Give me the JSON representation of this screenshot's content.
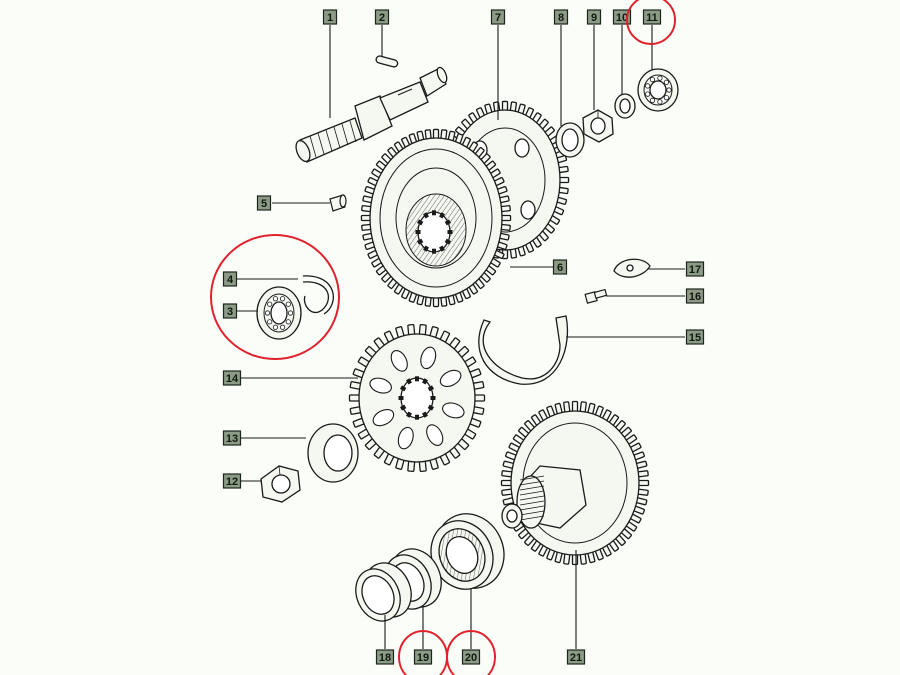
{
  "diagram": {
    "callouts": [
      {
        "id": "1",
        "text": "1"
      },
      {
        "id": "2",
        "text": "2"
      },
      {
        "id": "3",
        "text": "3"
      },
      {
        "id": "4",
        "text": "4"
      },
      {
        "id": "5",
        "text": "5"
      },
      {
        "id": "6",
        "text": "6"
      },
      {
        "id": "7",
        "text": "7"
      },
      {
        "id": "8",
        "text": "8"
      },
      {
        "id": "9",
        "text": "9"
      },
      {
        "id": "10",
        "text": "10"
      },
      {
        "id": "11",
        "text": "11"
      },
      {
        "id": "12",
        "text": "12"
      },
      {
        "id": "13",
        "text": "13"
      },
      {
        "id": "14",
        "text": "14"
      },
      {
        "id": "15",
        "text": "15"
      },
      {
        "id": "16",
        "text": "16"
      },
      {
        "id": "17",
        "text": "17"
      },
      {
        "id": "18",
        "text": "18"
      },
      {
        "id": "19",
        "text": "19"
      },
      {
        "id": "20",
        "text": "20"
      },
      {
        "id": "21",
        "text": "21"
      }
    ],
    "highlighted": [
      "11",
      "3-4",
      "19",
      "20"
    ],
    "colors": {
      "label_fill": "#8c9a86",
      "label_border": "#1a261c",
      "line": "#1a1a1a",
      "highlight": "#e0222c",
      "part_fill": "#f4f8f1"
    }
  }
}
